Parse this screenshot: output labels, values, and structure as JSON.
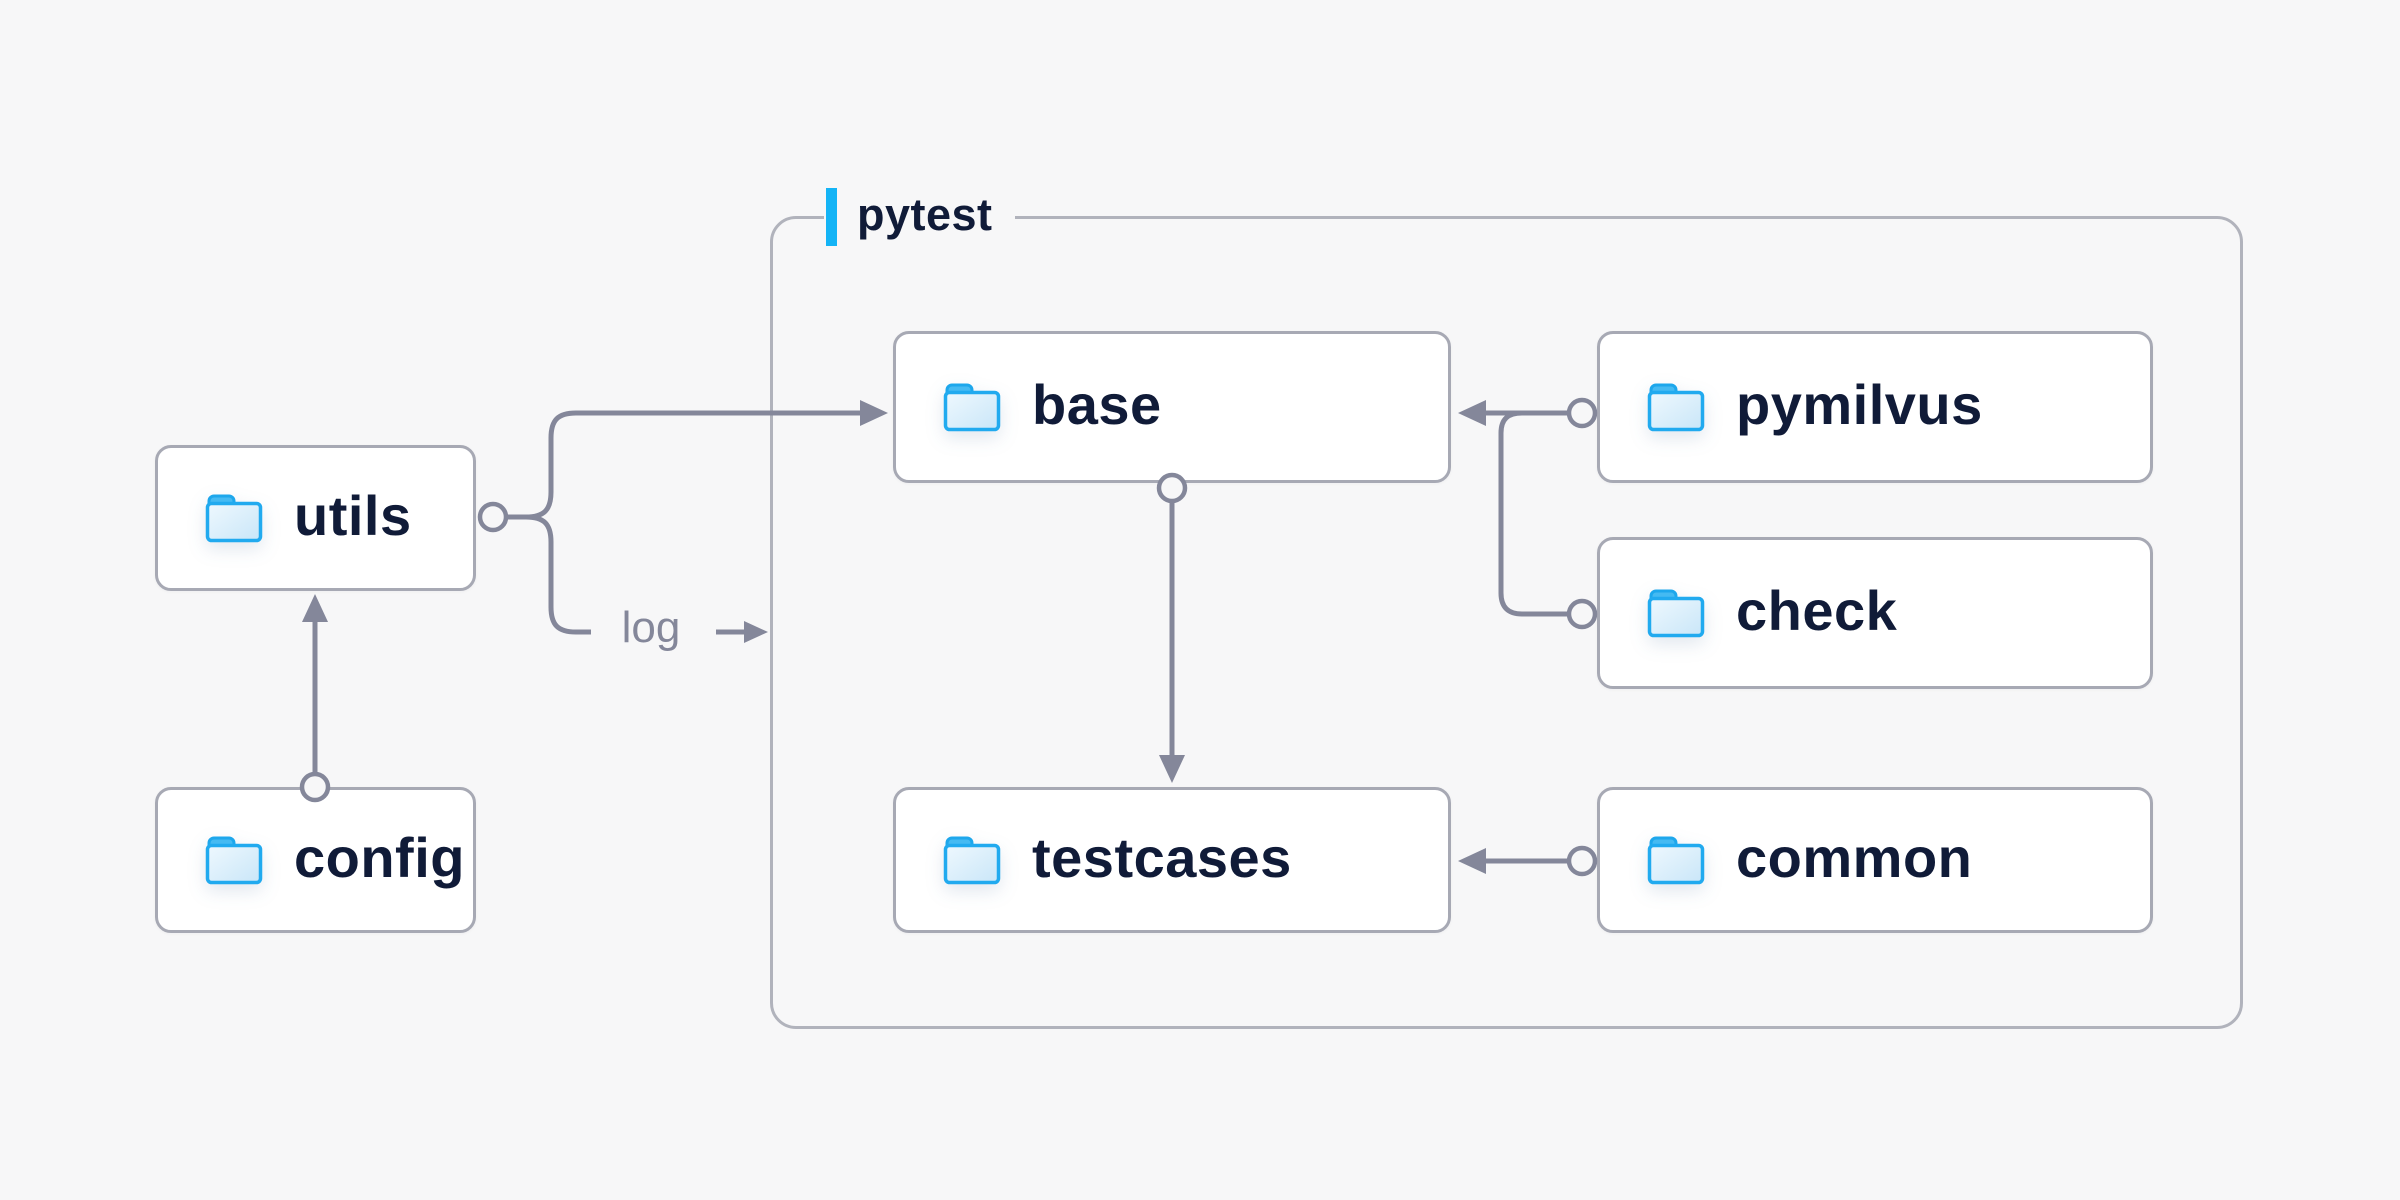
{
  "container": {
    "label": "pytest"
  },
  "nodes": [
    {
      "id": "utils",
      "label": "utils"
    },
    {
      "id": "config",
      "label": "config"
    },
    {
      "id": "base",
      "label": "base"
    },
    {
      "id": "testcases",
      "label": "testcases"
    },
    {
      "id": "pymilvus",
      "label": "pymilvus"
    },
    {
      "id": "check",
      "label": "check"
    },
    {
      "id": "common",
      "label": "common"
    }
  ],
  "edges": [
    {
      "from": "config",
      "to": "utils",
      "type": "arrow"
    },
    {
      "from": "utils",
      "to": "base",
      "type": "arrow"
    },
    {
      "from": "utils",
      "to": "log",
      "type": "labeled-arrow",
      "label": "log"
    },
    {
      "from": "base",
      "to": "testcases",
      "type": "arrow"
    },
    {
      "from": "pymilvus",
      "to": "base",
      "type": "arrow"
    },
    {
      "from": "check",
      "to": "base",
      "type": "arrow"
    },
    {
      "from": "common",
      "to": "testcases",
      "type": "arrow"
    }
  ],
  "labels": {
    "log": "log"
  },
  "colors": {
    "background": "#f7f7f8",
    "node_fill": "#ffffff",
    "node_border": "#a7a9b4",
    "container_border": "#b1b3bc",
    "connector": "#84879a",
    "text_primary": "#101b38",
    "text_secondary": "#84879a",
    "accent_blue": "#14b4f6",
    "folder_stroke": "#21aaef",
    "folder_tab": "#45baf2",
    "folder_fill_light": "#eef8fe",
    "folder_fill_dark": "#c9e6f8"
  }
}
